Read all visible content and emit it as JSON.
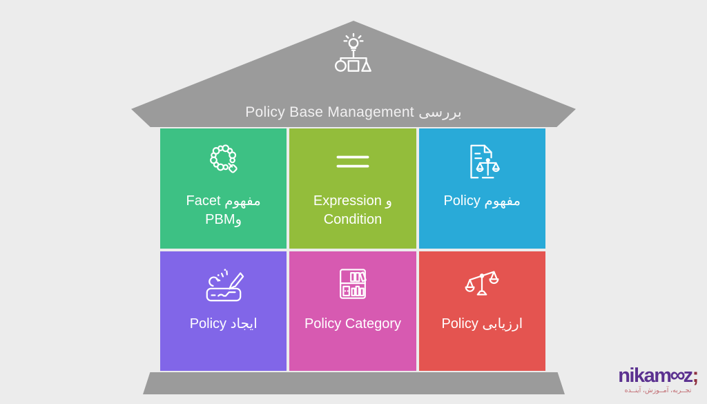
{
  "title": {
    "text": "Policy Base Management بررسی",
    "icon": "idea-flowchart-icon"
  },
  "tiles": [
    {
      "id": "facet-pbm",
      "label": "مفهوم Facet وPBM",
      "dir": "rtl",
      "color": "#3dc184",
      "icon": "bead-ring-icon"
    },
    {
      "id": "expression-condition",
      "label": "Expression و Condition",
      "dir": "ltr",
      "color": "#93bd3b",
      "icon": "equals-lines-icon"
    },
    {
      "id": "policy-concept",
      "label": "مفهوم Policy",
      "dir": "rtl",
      "color": "#29aad8",
      "icon": "policy-document-scales-icon"
    },
    {
      "id": "policy-create",
      "label": "ایجاد Policy",
      "dir": "rtl",
      "color": "#8166e8",
      "icon": "engraving-pen-icon"
    },
    {
      "id": "policy-category",
      "label": "Policy Category",
      "dir": "ltr",
      "color": "#d75ab1",
      "icon": "bookshelf-icon"
    },
    {
      "id": "policy-evaluate",
      "label": "ارزیابی Policy",
      "dir": "rtl",
      "color": "#e45450",
      "icon": "tilted-scales-icon"
    }
  ],
  "logo": {
    "name_start": "nikam",
    "name_infinity": "∞",
    "name_end": "z",
    "semicolon": ";",
    "tagline": "تجــربه، آمــوزش، آینــده",
    "name_color": "#5b3190",
    "semicolon_color": "#8e2e3e",
    "tagline_color": "#c06a70"
  },
  "colors": {
    "background": "#ececec",
    "roof": "#9b9b9b",
    "base": "#9b9b9b",
    "title_text": "#f1f0f1",
    "tile_label": "#ffffff"
  }
}
